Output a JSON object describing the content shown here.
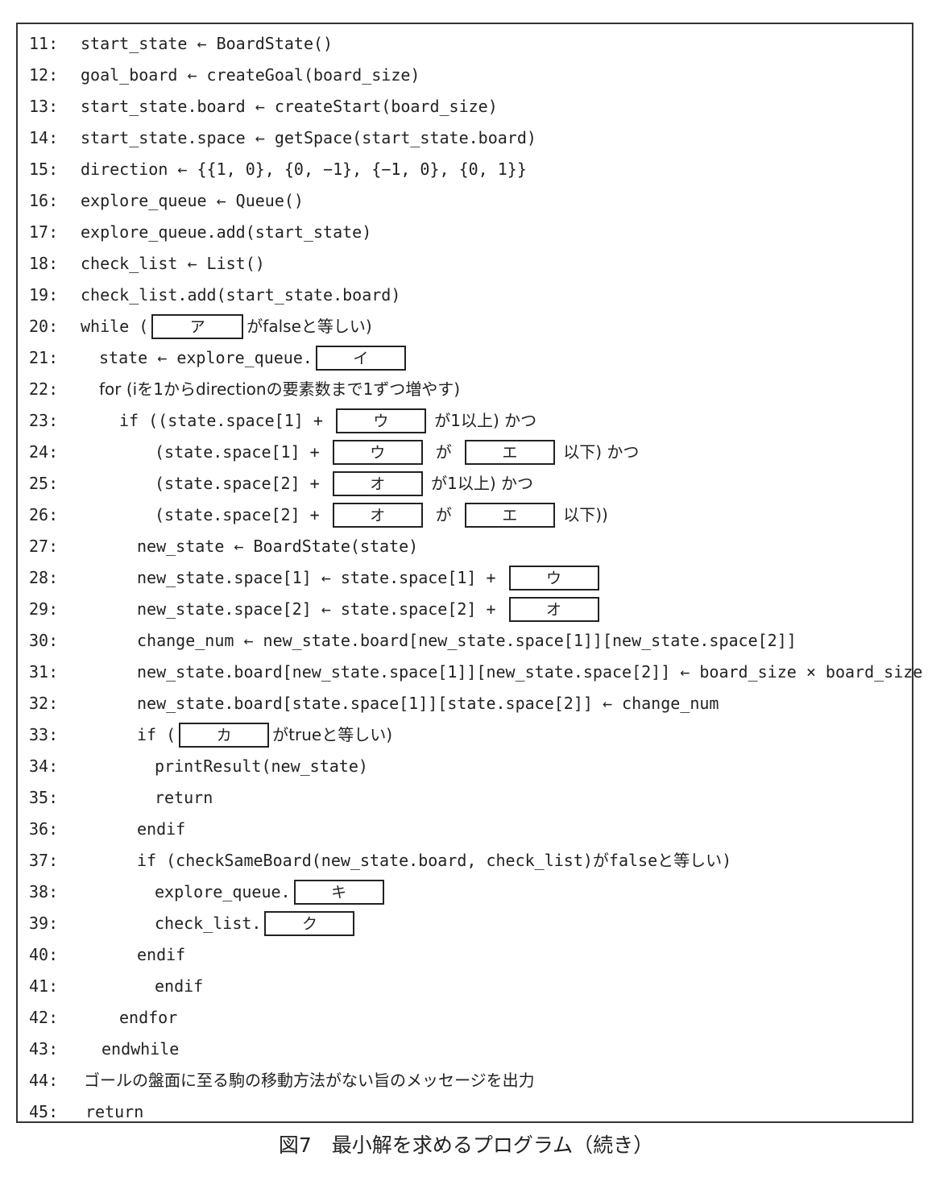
{
  "caption": "図7　最小解を求めるプログラム（続き）",
  "lines": [
    {
      "num": "11:",
      "indent": 0,
      "parts": [
        {
          "t": "start_state ← BoardState()"
        }
      ]
    },
    {
      "num": "12:",
      "indent": 0,
      "parts": [
        {
          "t": "goal_board ← createGoal(board_size)"
        }
      ]
    },
    {
      "num": "13:",
      "indent": 0,
      "parts": [
        {
          "t": "start_state.board ← createStart(board_size)"
        }
      ]
    },
    {
      "num": "14:",
      "indent": 0,
      "parts": [
        {
          "t": "start_state.space ← getSpace(start_state.board)"
        }
      ]
    },
    {
      "num": "15:",
      "indent": 0,
      "parts": [
        {
          "t": "direction ← {{1, 0}, {0, −1}, {−1, 0}, {0, 1}}"
        }
      ]
    },
    {
      "num": "16:",
      "indent": 0,
      "parts": [
        {
          "t": "explore_queue ← Queue()"
        }
      ]
    },
    {
      "num": "17:",
      "indent": 0,
      "parts": [
        {
          "t": "explore_queue.add(start_state)"
        }
      ]
    },
    {
      "num": "18:",
      "indent": 0,
      "parts": [
        {
          "t": "check_list ← List()"
        }
      ]
    },
    {
      "num": "19:",
      "indent": 0,
      "parts": [
        {
          "t": "check_list.add(start_state.board)"
        }
      ]
    },
    {
      "num": "20:",
      "indent": 0,
      "parts": [
        {
          "t": "while ("
        },
        {
          "b": "ア",
          "w": 114
        },
        {
          "t": "がfalseと等しい)",
          "jp": true
        }
      ]
    },
    {
      "num": "21:",
      "indent": 1,
      "parts": [
        {
          "t": "state ← explore_queue."
        },
        {
          "b": "イ",
          "w": 112
        }
      ]
    },
    {
      "num": "22:",
      "indent": 1,
      "parts": [
        {
          "t": "for (iを1からdirectionの要素数まで1ずつ増やす)",
          "jp": true
        }
      ]
    },
    {
      "num": "23:",
      "indent": 2,
      "parts": [
        {
          "t": "if ((state.space[1] + "
        },
        {
          "b": "ウ",
          "w": 112
        },
        {
          "t": " が1以上) かつ",
          "jp": true
        }
      ]
    },
    {
      "num": "24:",
      "indent": 3,
      "parts": [
        {
          "t": "(state.space[1] + "
        },
        {
          "b": "ウ",
          "w": 112
        },
        {
          "t": " が "
        },
        {
          "b": "エ",
          "w": 112
        },
        {
          "t": " 以下) かつ",
          "jp": true
        }
      ]
    },
    {
      "num": "25:",
      "indent": 3,
      "parts": [
        {
          "t": "(state.space[2] + "
        },
        {
          "b": "オ",
          "w": 112
        },
        {
          "t": " が1以上) かつ",
          "jp": true
        }
      ]
    },
    {
      "num": "26:",
      "indent": 3,
      "parts": [
        {
          "t": "(state.space[2] + "
        },
        {
          "b": "オ",
          "w": 112
        },
        {
          "t": " が "
        },
        {
          "b": "エ",
          "w": 112
        },
        {
          "t": " 以下))",
          "jp": true
        }
      ]
    },
    {
      "num": "27:",
      "indent": 4,
      "parts": [
        {
          "t": "new_state ← BoardState(state)"
        }
      ]
    },
    {
      "num": "28:",
      "indent": 4,
      "parts": [
        {
          "t": "new_state.space[1] ← state.space[1] + "
        },
        {
          "b": "ウ",
          "w": 112
        }
      ]
    },
    {
      "num": "29:",
      "indent": 4,
      "parts": [
        {
          "t": "new_state.space[2] ← state.space[2] + "
        },
        {
          "b": "オ",
          "w": 112
        }
      ]
    },
    {
      "num": "30:",
      "indent": 4,
      "parts": [
        {
          "t": "change_num ← new_state.board[new_state.space[1]][new_state.space[2]]"
        }
      ]
    },
    {
      "num": "31:",
      "indent": 4,
      "parts": [
        {
          "t": "new_state.board[new_state.space[1]][new_state.space[2]] ← board_size × board_size"
        }
      ]
    },
    {
      "num": "32:",
      "indent": 4,
      "parts": [
        {
          "t": "new_state.board[state.space[1]][state.space[2]] ← change_num"
        }
      ]
    },
    {
      "num": "33:",
      "indent": 4,
      "parts": [
        {
          "t": "if ("
        },
        {
          "b": "カ",
          "w": 112
        },
        {
          "t": "がtrueと等しい)",
          "jp": true
        }
      ]
    },
    {
      "num": "34:",
      "indent": 5,
      "parts": [
        {
          "t": "printResult(new_state)"
        }
      ]
    },
    {
      "num": "35:",
      "indent": 5,
      "parts": [
        {
          "t": "return"
        }
      ]
    },
    {
      "num": "36:",
      "indent": 4,
      "parts": [
        {
          "t": "endif"
        }
      ]
    },
    {
      "num": "37:",
      "indent": 4,
      "parts": [
        {
          "t": "if (checkSameBoard(new_state.board, check_list)がfalseと等しい)"
        }
      ]
    },
    {
      "num": "38:",
      "indent": 5,
      "parts": [
        {
          "t": "explore_queue."
        },
        {
          "b": "キ",
          "w": 112
        }
      ]
    },
    {
      "num": "39:",
      "indent": 5,
      "parts": [
        {
          "t": "check_list."
        },
        {
          "b": "ク",
          "w": 112
        }
      ]
    },
    {
      "num": "40:",
      "indent": 4,
      "parts": [
        {
          "t": "endif"
        }
      ]
    },
    {
      "num": "41:",
      "indent": 3,
      "parts": [
        {
          "t": "endif"
        }
      ]
    },
    {
      "num": "42:",
      "indent": 2,
      "parts": [
        {
          "t": "endfor"
        }
      ]
    },
    {
      "num": "43:",
      "indent": 1,
      "parts": [
        {
          "t": "endwhile"
        }
      ]
    },
    {
      "num": "44:",
      "indent": 1,
      "parts": [
        {
          "t": "ゴールの盤面に至る駒の移動方法がない旨のメッセージを出力",
          "jp": true
        }
      ]
    },
    {
      "num": "45:",
      "indent": 1,
      "parts": [
        {
          "t": "return"
        }
      ]
    }
  ]
}
